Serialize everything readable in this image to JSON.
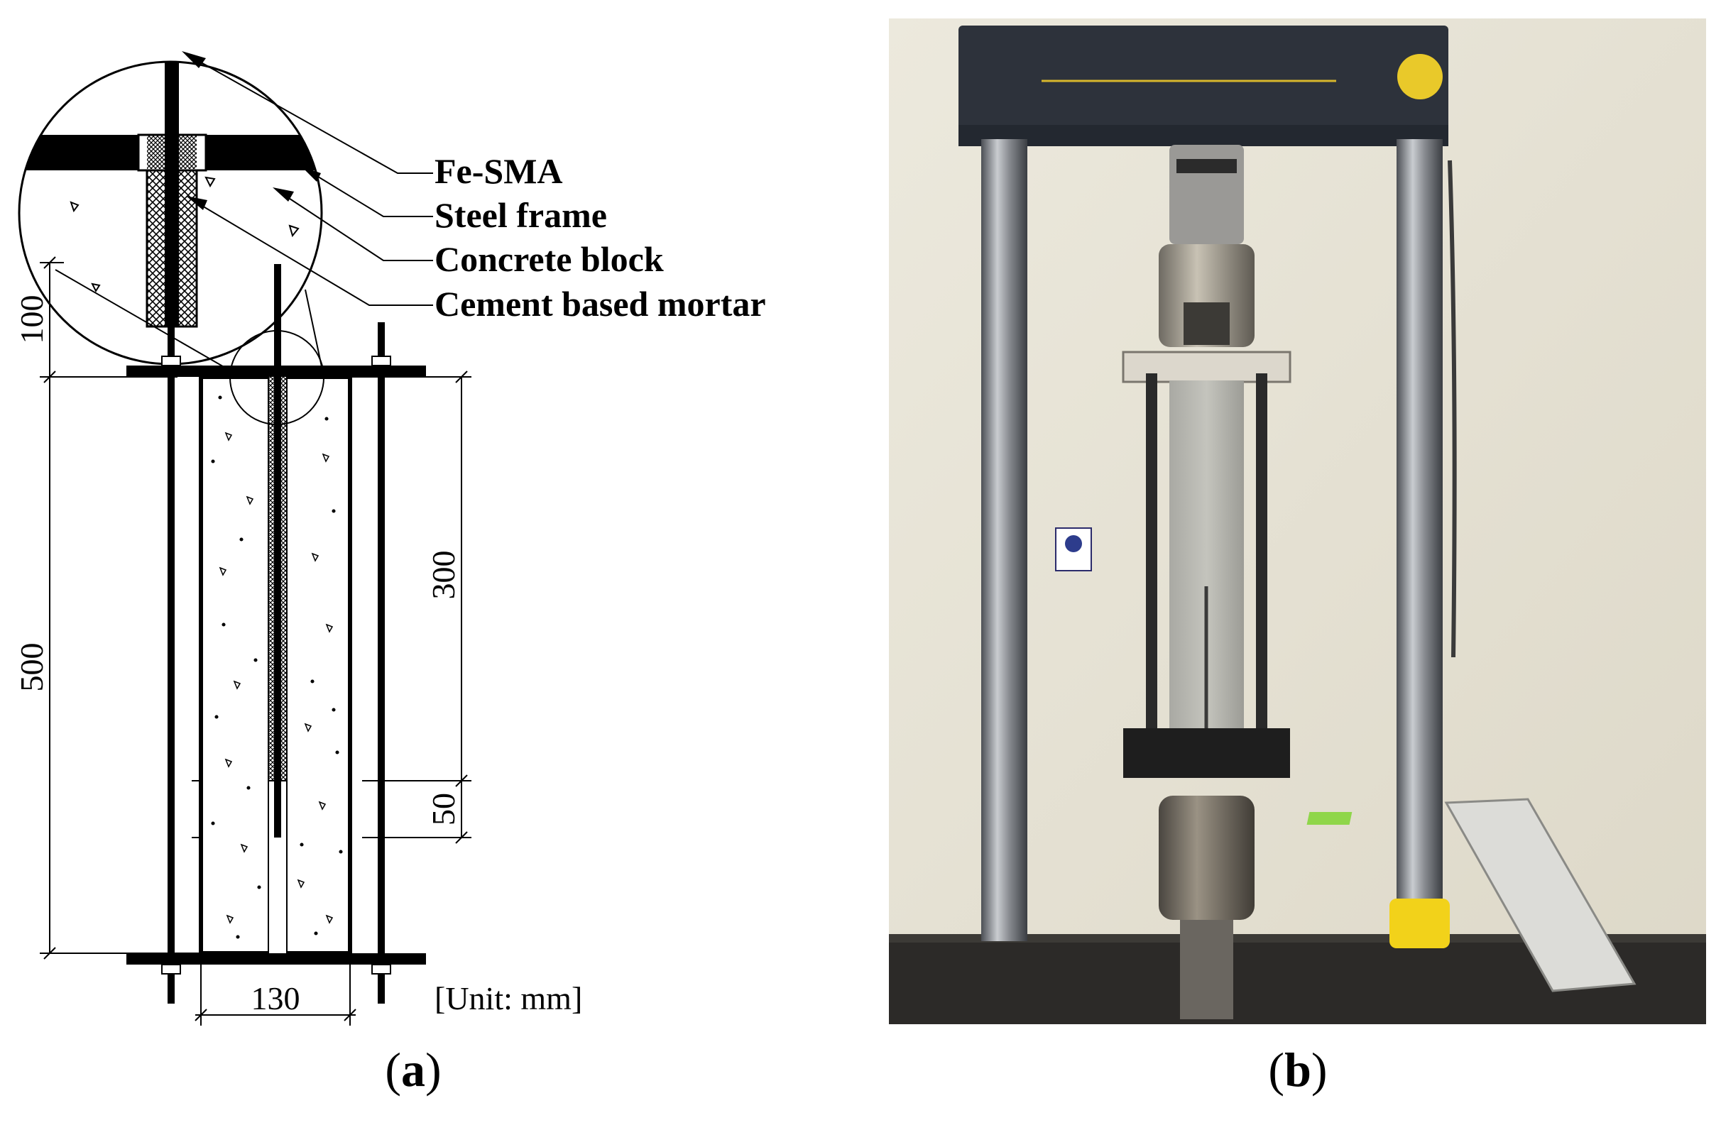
{
  "panel_a": {
    "caption_open": "(",
    "caption_letter": "a",
    "caption_close": ")",
    "labels": {
      "fe_sma": "Fe-SMA",
      "steel_frame": "Steel frame",
      "concrete_block": "Concrete block",
      "mortar": "Cement based mortar"
    },
    "dimensions": {
      "d100": "100",
      "d500": "500",
      "d300": "300",
      "d50": "50",
      "d130": "130"
    },
    "unit_note": "[Unit: mm]"
  },
  "panel_b": {
    "caption_open": "(",
    "caption_letter": "b",
    "caption_close": ")",
    "photo_subject": "universal-testing-machine-photo"
  },
  "colors": {
    "ink": "#000000",
    "wall": "#e9e5d8",
    "machine_dark": "#2d323b",
    "column_steel": "#8a8d92",
    "yellow_ring": "#f2d21a",
    "concrete": "#b9b9b2"
  }
}
